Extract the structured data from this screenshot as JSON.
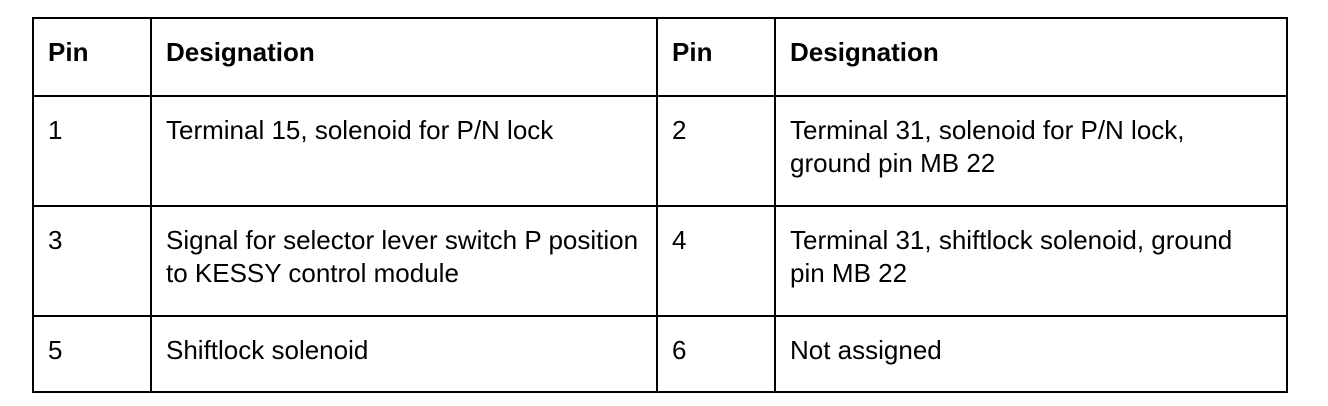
{
  "table": {
    "headers": {
      "pin_left": "Pin",
      "designation_left": "Designation",
      "pin_right": "Pin",
      "designation_right": "Designation"
    },
    "rows": [
      {
        "pin_left": "1",
        "designation_left": "Terminal 15, solenoid for P/N lock",
        "pin_right": "2",
        "designation_right": "Terminal 31, solenoid for P/N lock, ground pin MB 22"
      },
      {
        "pin_left": "3",
        "designation_left": "Signal for selector lever switch P position to KESSY control module",
        "pin_right": "4",
        "designation_right": "Terminal 31, shiftlock solenoid, ground pin MB 22"
      },
      {
        "pin_left": "5",
        "designation_left": "Shiftlock solenoid",
        "pin_right": "6",
        "designation_right": "Not assigned"
      }
    ]
  }
}
